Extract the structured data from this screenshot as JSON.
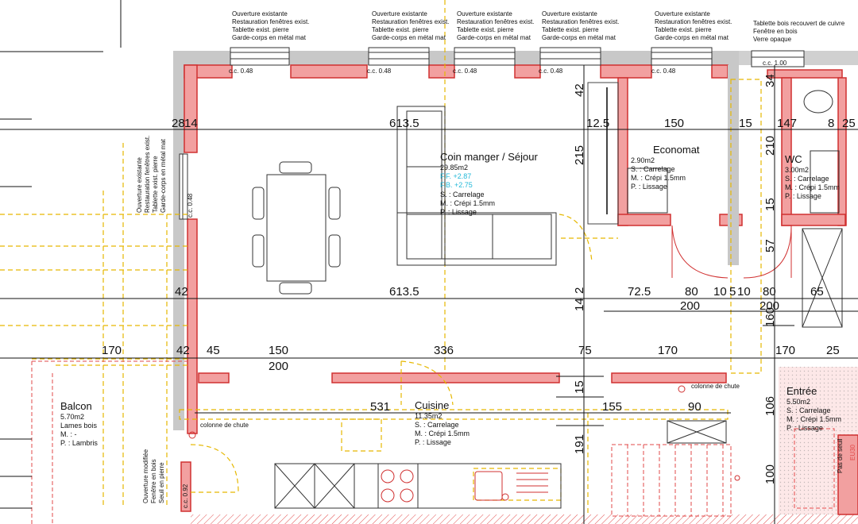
{
  "notes": {
    "window": [
      "Ouverture existante",
      "Restauration fenêtres exist.",
      "Tablette exist. pierre",
      "Garde-corps en métal mat"
    ],
    "wc_window": [
      "Tablette bois recouvert de cuivre",
      "Fenêtre en bois",
      "Verre opaque"
    ],
    "left_window": [
      "Ouverture existante",
      "Restauration fenêtres exist.",
      "Tablette exist. pierre",
      "Garde-corps en métal mat"
    ],
    "balcony_door": [
      "Ouverture modifiée",
      "Fenêtre en bois",
      "Seuil en pierre"
    ],
    "cc_048": "c.c. 0.48",
    "cc_100": "c.c. 1.00",
    "cc_092": "c.c. 0.92",
    "colonne": "colonne de chute",
    "pas_de_seuil": "Pas de seuil",
    "eu": "EU30"
  },
  "rooms": {
    "sejour": {
      "name": "Coin manger / Séjour",
      "area": "29.85m2",
      "ff": "F.F. +2.87",
      "fb": "F.B. +2.75",
      "s": "S. : Carrelage",
      "m": "M. : Crépi 1.5mm",
      "p": "P. : Lissage"
    },
    "economat": {
      "name": "Economat",
      "area": "2.90m2",
      "s": "S. : Carrelage",
      "m": "M. : Crépi 1.5mm",
      "p": "P. : Lissage"
    },
    "wc": {
      "name": "WC",
      "area": "3.00m2",
      "s": "S. : Carrelage",
      "m": "M. : Crépi 1.5mm",
      "p": "P. : Lissage"
    },
    "cuisine": {
      "name": "Cuisine",
      "area": "11.35m2",
      "s": "S. : Carrelage",
      "m": "M. : Crépi 1.5mm",
      "p": "P. : Lissage"
    },
    "balcon": {
      "name": "Balcon",
      "area": "5.70m2",
      "s": "Lames bois",
      "m": "M. : -",
      "p": "P. : Lambris"
    },
    "entree": {
      "name": "Entrée",
      "area": "5.50m2",
      "s": "S. : Carrelage",
      "m": "M. : Crépi 1.5mm",
      "p": "P. : Lissage"
    }
  },
  "dims": {
    "d28": "28",
    "d14": "14",
    "d6135a": "613.5",
    "d125": "12.5",
    "d150a": "150",
    "d15a": "15",
    "d147": "147",
    "d8": "8",
    "d25a": "25",
    "d42v": "42",
    "d215": "215",
    "d210": "210",
    "d34": "34",
    "d15v": "15",
    "d57": "57",
    "d42b": "42",
    "d6135b": "613.5",
    "d2": "2",
    "d14b": "14",
    "d725": "72.5",
    "d80a": "80",
    "d10": "10",
    "d5": "5",
    "d10b": "10",
    "d80b": "80",
    "d65": "65",
    "d200a": "200",
    "d200b": "200",
    "d160": "160",
    "d170a": "170",
    "d42c": "42",
    "d45": "45",
    "d150b": "150",
    "d336": "336",
    "d75": "75",
    "d170b": "170",
    "d170c": "170",
    "d25b": "25",
    "d200c": "200",
    "d15c": "15",
    "d531": "531",
    "d155": "155",
    "d90": "90",
    "d106": "106",
    "d191": "191",
    "d100": "100"
  }
}
